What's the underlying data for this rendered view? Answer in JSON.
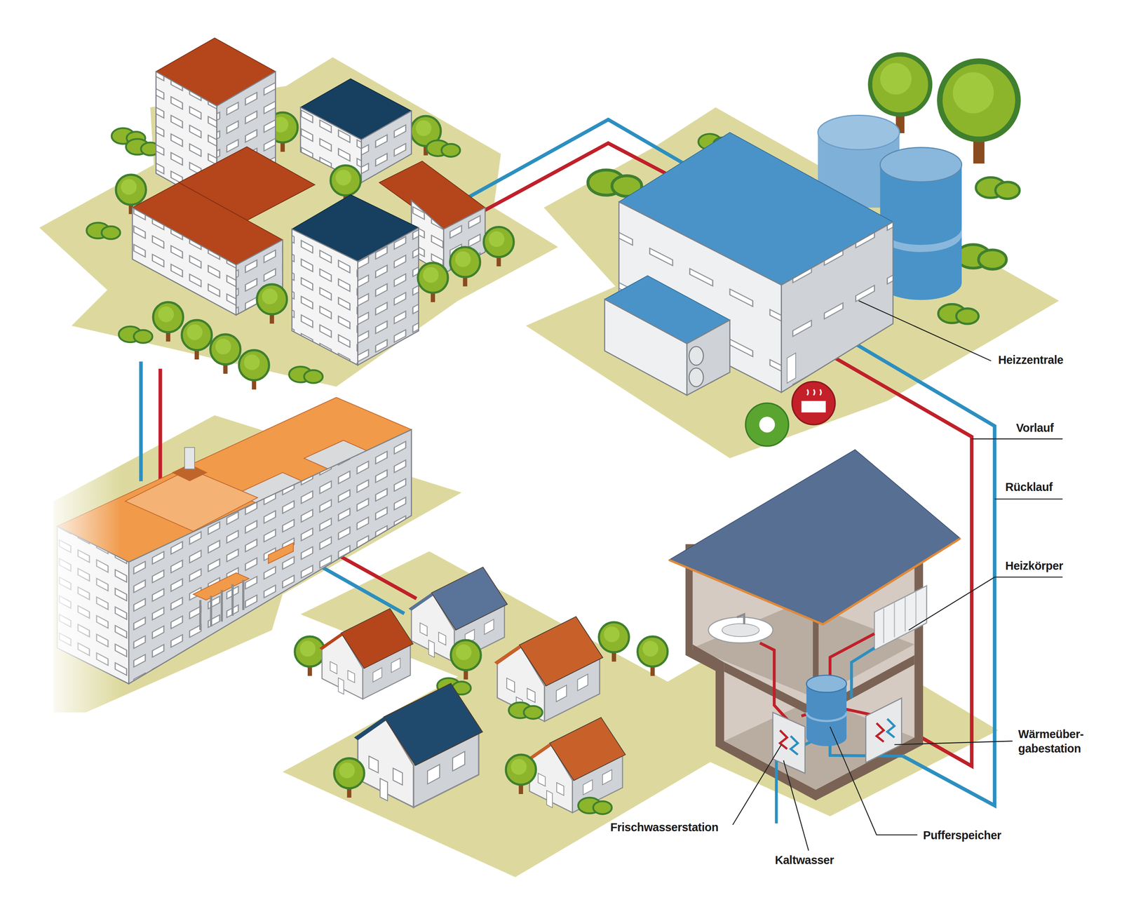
{
  "diagram": {
    "labels": [
      "Heizzentrale",
      "Vorlauf",
      "Rücklauf",
      "Heizkörper",
      "Wärmeüber- gabestation",
      "Frischwasserstation",
      "Pufferspeicher",
      "Kaltwasser"
    ]
  }
}
